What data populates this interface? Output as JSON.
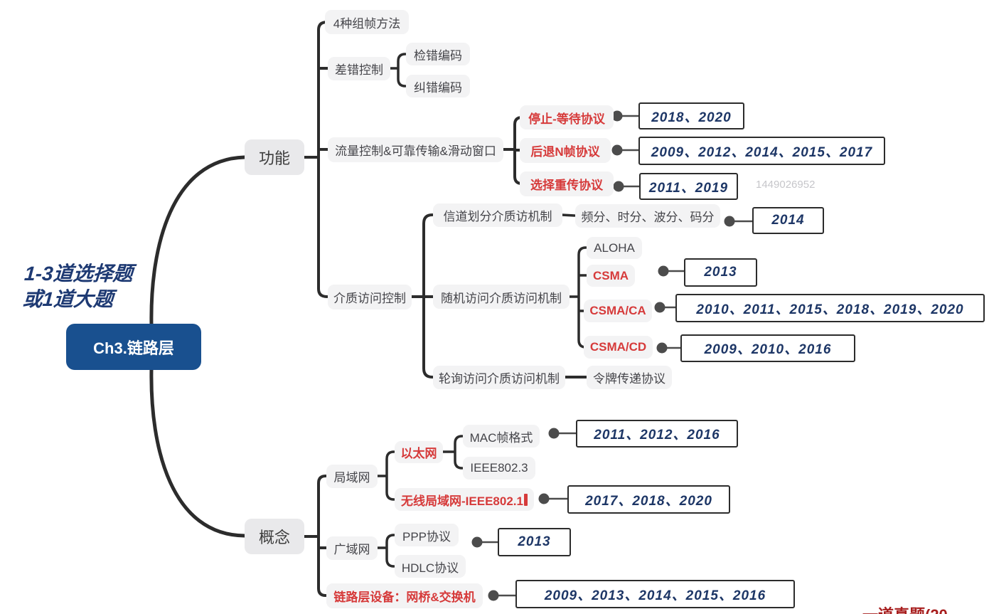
{
  "annotation": {
    "line1": "1-3道选择题",
    "line2": "或1道大题"
  },
  "watermark": "1449026952",
  "corner_note": "一道真题(20",
  "colors": {
    "root_bg": "#19508f",
    "highlight_red": "#d63a3a",
    "year_text": "#1d3666",
    "line": "#2c2c2c",
    "node_bg": "#f3f3f4",
    "branch_bg": "#e9e9eb"
  },
  "map": {
    "root": {
      "label": "Ch3.链路层"
    },
    "gongneng": {
      "label": "功能",
      "children": {
        "zhen": {
          "label": "4种组帧方法"
        },
        "chacuo": {
          "label": "差错控制",
          "children": {
            "jiancuo": {
              "label": "检错编码"
            },
            "jiucuo": {
              "label": "纠错编码"
            }
          }
        },
        "liuliang": {
          "label": "流量控制&可靠传输&滑动窗口",
          "children": {
            "tingzhi": {
              "label": "停止-等待协议",
              "highlight": true,
              "years": "2018、2020"
            },
            "houtui": {
              "label": "后退N帧协议",
              "highlight": true,
              "years": "2009、2012、2014、2015、2017"
            },
            "xuanze": {
              "label": "选择重传协议",
              "highlight": true,
              "years": "2011、2019"
            }
          }
        },
        "jiezhi": {
          "label": "介质访问控制",
          "children": {
            "xindao": {
              "label": "信道划分介质访机制",
              "children": {
                "pinfen": {
                  "label": "频分、时分、波分、码分",
                  "years": "2014"
                }
              }
            },
            "suiji": {
              "label": "随机访问介质访问机制",
              "children": {
                "aloha": {
                  "label": "ALOHA"
                },
                "csma": {
                  "label": "CSMA",
                  "highlight": true,
                  "years": "2013"
                },
                "csmaca": {
                  "label": "CSMA/CA",
                  "highlight": true,
                  "years": "2010、2011、2015、2018、2019、2020"
                },
                "csmacd": {
                  "label": "CSMA/CD",
                  "highlight": true,
                  "years": "2009、2010、2016"
                }
              }
            },
            "lunxun": {
              "label": "轮询访问介质访问机制",
              "children": {
                "lingpai": {
                  "label": "令牌传递协议"
                }
              }
            }
          }
        }
      }
    },
    "gainian": {
      "label": "概念",
      "children": {
        "juyuwang": {
          "label": "局域网",
          "children": {
            "yitaiwang": {
              "label": "以太网",
              "highlight": true,
              "children": {
                "mac": {
                  "label": "MAC帧格式",
                  "years": "2011、2012、2016"
                },
                "ieee8023": {
                  "label": "IEEE802.3"
                }
              }
            },
            "wuxian": {
              "label": "无线局域网-IEEE802.1",
              "highlight": true,
              "years": "2017、2018、2020"
            }
          }
        },
        "guangyu": {
          "label": "广域网",
          "children": {
            "ppp": {
              "label": "PPP协议",
              "years": "2013"
            },
            "hdlc": {
              "label": "HDLC协议"
            }
          }
        },
        "shebei": {
          "label": "链路层设备：网桥&交换机",
          "highlight": true,
          "years": "2009、2013、2014、2015、2016"
        }
      }
    }
  }
}
